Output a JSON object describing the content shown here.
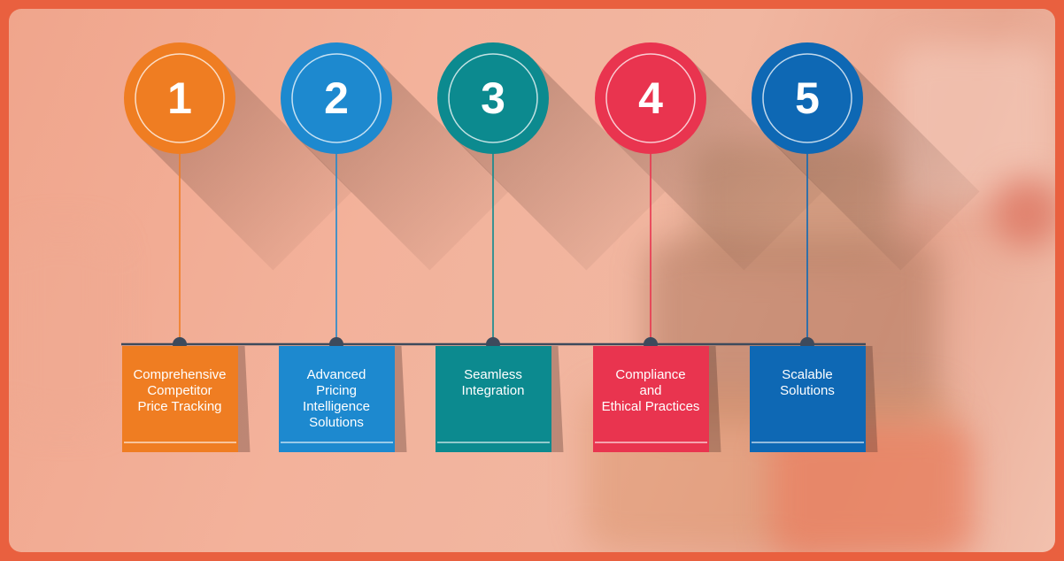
{
  "steps": [
    {
      "number": "1",
      "label": "Comprehensive\nCompetitor\nPrice Tracking",
      "color": "#ef7d22"
    },
    {
      "number": "2",
      "label": "Advanced\nPricing\nIntelligence\nSolutions",
      "color": "#1d89cf"
    },
    {
      "number": "3",
      "label": "Seamless\nIntegration",
      "color": "#0c8a8f"
    },
    {
      "number": "4",
      "label": "Compliance\nand\nEthical Practices",
      "color": "#e9344f"
    },
    {
      "number": "5",
      "label": "Scalable\nSolutions",
      "color": "#0e68b4"
    }
  ],
  "timeline_color": "#3d4a5c"
}
